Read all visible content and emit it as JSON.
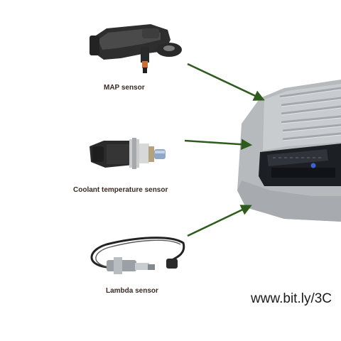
{
  "labels": {
    "map_sensor": "MAP sensor",
    "coolant_sensor": "Coolant temperature sensor",
    "lambda_sensor": "Lambda sensor"
  },
  "watermark": "www.bit.ly/3C",
  "colors": {
    "arrow": "#2e5c1e",
    "label_text": "#3a2a24",
    "sensor_body": "#2b2b2b",
    "ecu_metal": "#b9bcbf",
    "ecu_connector": "#1c1f24",
    "led": "#3b63d6"
  }
}
